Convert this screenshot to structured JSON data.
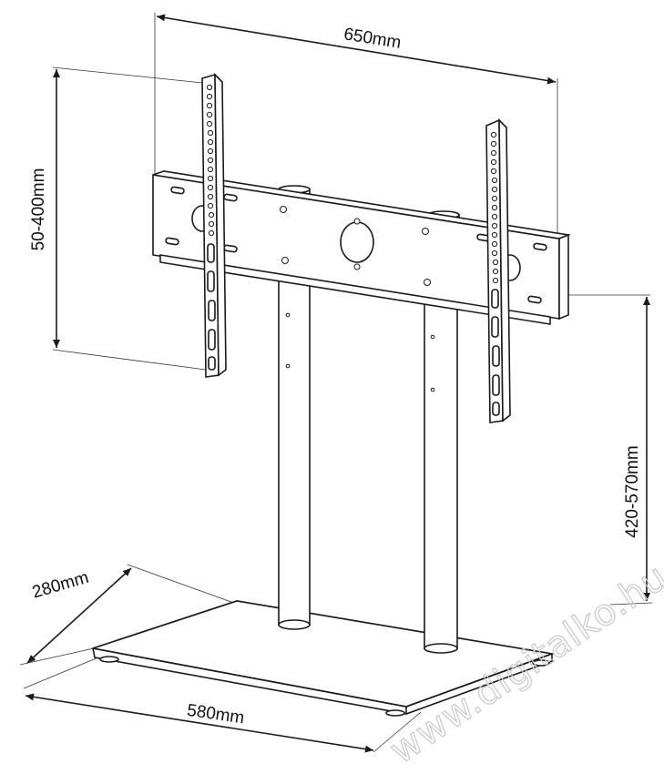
{
  "dimensions": {
    "width_top": "650mm",
    "vesa_height": "50-400mm",
    "height_range": "420-570mm",
    "depth": "280mm",
    "width_base": "580mm"
  },
  "watermark": "www.digitalko.hu",
  "colors": {
    "line": "#1a1a1a",
    "background": "#ffffff",
    "watermark": "#c9c9c9"
  }
}
